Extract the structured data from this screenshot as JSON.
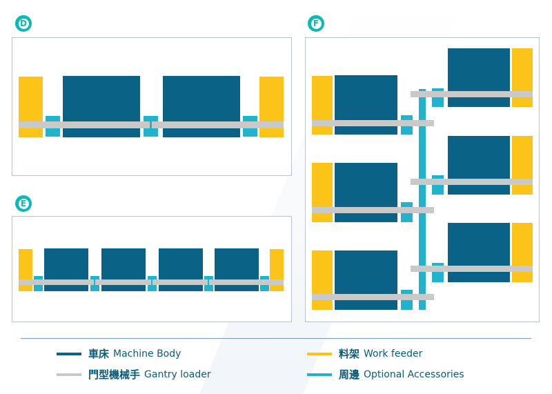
{
  "sections": [
    {
      "label": "D"
    },
    {
      "label": "E"
    },
    {
      "label": "F"
    }
  ],
  "legend": [
    {
      "zh": "車床",
      "en": "Machine Body",
      "color": "#0a6286"
    },
    {
      "zh": "料架",
      "en": "Work feeder",
      "color": "#fcc419"
    },
    {
      "zh": "門型機械手",
      "en": "Gantry loader",
      "color": "#c9c9c9"
    },
    {
      "zh": "周邊",
      "en": "Optional Accessories",
      "color": "#21b3cc"
    }
  ]
}
